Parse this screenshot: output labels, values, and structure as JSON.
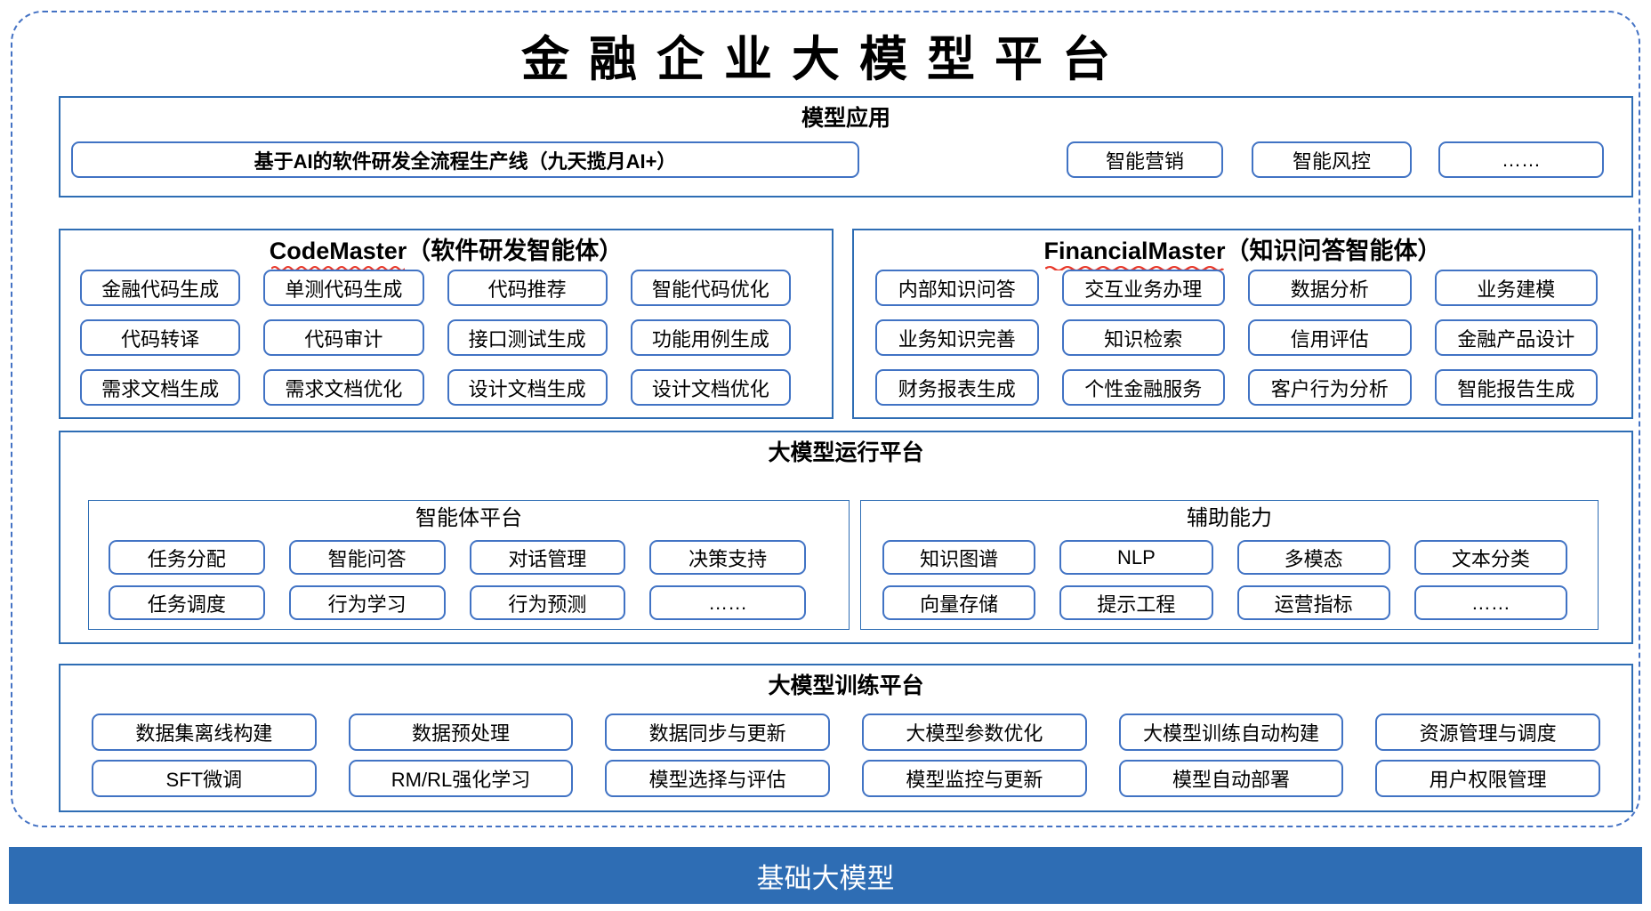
{
  "title": "金融企业大模型平台",
  "colors": {
    "section_border": "#2E6DB4",
    "chip_border": "#4173C4",
    "dashed_frame": "#4472C4",
    "foundation_bg": "#2E6DB4",
    "squiggle_red": "#E8392B"
  },
  "sections": {
    "app": {
      "title": "模型应用",
      "pipeline_button": "基于AI的软件研发全流程生产线（九天揽月AI+）",
      "buttons": [
        "智能营销",
        "智能风控",
        "……"
      ]
    },
    "codemaster": {
      "name_en": "CodeMaster",
      "name_zh": "（软件研发智能体）",
      "buttons": [
        "金融代码生成",
        "单测代码生成",
        "代码推荐",
        "智能代码优化",
        "代码转译",
        "代码审计",
        "接口测试生成",
        "功能用例生成",
        "需求文档生成",
        "需求文档优化",
        "设计文档生成",
        "设计文档优化"
      ]
    },
    "financialmaster": {
      "name_en": "FinancialMaster",
      "name_zh": "（知识问答智能体）",
      "buttons": [
        "内部知识问答",
        "交互业务办理",
        "数据分析",
        "业务建模",
        "业务知识完善",
        "知识检索",
        "信用评估",
        "金融产品设计",
        "财务报表生成",
        "个性金融服务",
        "客户行为分析",
        "智能报告生成"
      ]
    },
    "runtime": {
      "title": "大模型运行平台",
      "agent_platform": {
        "title": "智能体平台",
        "buttons": [
          "任务分配",
          "智能问答",
          "对话管理",
          "决策支持",
          "任务调度",
          "行为学习",
          "行为预测",
          "……"
        ]
      },
      "auxiliary": {
        "title": "辅助能力",
        "buttons": [
          "知识图谱",
          "NLP",
          "多模态",
          "文本分类",
          "向量存储",
          "提示工程",
          "运营指标",
          "……"
        ]
      }
    },
    "training": {
      "title": "大模型训练平台",
      "buttons": [
        "数据集离线构建",
        "数据预处理",
        "数据同步与更新",
        "大模型参数优化",
        "大模型训练自动构建",
        "资源管理与调度",
        "SFT微调",
        "RM/RL强化学习",
        "模型选择与评估",
        "模型监控与更新",
        "模型自动部署",
        "用户权限管理"
      ]
    },
    "foundation": {
      "title": "基础大模型"
    }
  }
}
